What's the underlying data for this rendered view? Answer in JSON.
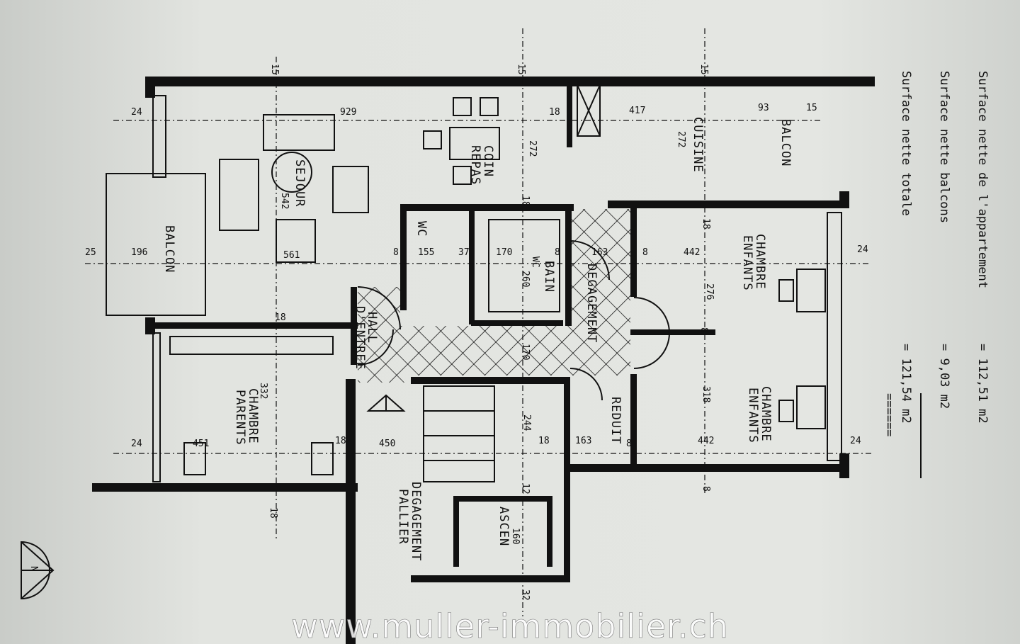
{
  "summary": {
    "line1_label": "Surface nette de l'appartement",
    "line1_value": "= 112,51 m2",
    "line2_label": "Surface nette balcons",
    "line2_value": "= 9,03 m2",
    "line3_label": "Surface nette totale",
    "line3_value": "= 121,54 m2",
    "underline": "======"
  },
  "rooms": {
    "sejour": "SEJOUR",
    "sejour_area": "542",
    "balcon_left": "BALCON",
    "chambre_parents_1": "CHAMBRE",
    "chambre_parents_2": "PARENTS",
    "hall_1": "HALL",
    "hall_2": "D'ENTREE",
    "wc": "WC",
    "bain": "BAIN",
    "wc2": "WC",
    "wc2_dim": "260",
    "degagement": "DEGAGEMENT",
    "coin_1": "COIN",
    "coin_2": "REPAS",
    "cuisine": "CUISINE",
    "balcon_right": "BALCON",
    "enfants1_1": "CHAMBRE",
    "enfants1_2": "ENFANTS",
    "enfants2_1": "CHAMBRE",
    "enfants2_2": "ENFANTS",
    "reduit": "REDUIT",
    "pallier_1": "DEGAGEMENT",
    "pallier_2": "PALLIER",
    "ascen": "ASCEN",
    "ascen_dim": "160"
  },
  "dimensions": [
    "15",
    "15",
    "15",
    "24",
    "929",
    "18",
    "417",
    "93",
    "15",
    "272",
    "272",
    "18",
    "18",
    "25",
    "196",
    "561",
    "8",
    "155",
    "37",
    "170",
    "8",
    "163",
    "8",
    "442",
    "276",
    "8",
    "24",
    "18",
    "170",
    "332",
    "318",
    "24",
    "451",
    "18",
    "450",
    "244",
    "18",
    "163",
    "8",
    "442",
    "24",
    "12",
    "18",
    "8",
    "32"
  ],
  "compass": "N",
  "watermark": "www.muller-immobilier.ch"
}
